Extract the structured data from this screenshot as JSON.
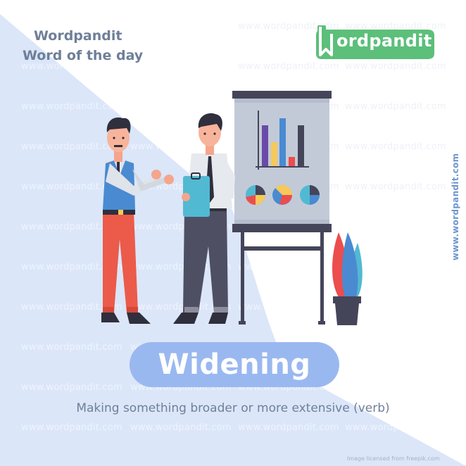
{
  "brand": {
    "title": "Wordpandit",
    "subtitle": "Word of the day",
    "logo_text": "ordpandit",
    "logo_color": "#5cbf7a",
    "side_url": "www.wordpandit.com"
  },
  "word_card": {
    "word": "Widening",
    "definition": "Making something broader or more extensive (verb)",
    "pill_color": "#9ab8f0"
  },
  "watermark": {
    "text": "www.wordpandit.com"
  },
  "credit": "Image licensed from freepik.com",
  "colors": {
    "background_blue": "#dbe6f9",
    "text_gray_blue": "#6f7f99",
    "board_gray": "#c2cad8",
    "board_dark": "#45455a"
  },
  "illustration": {
    "description": "Two businessmen discussing beside a presentation flip-chart board with bar chart and pie charts, and a potted plant",
    "bar_chart_bars": [
      "purple",
      "yellow",
      "blue",
      "red",
      "dark"
    ],
    "pie_charts": 3
  }
}
